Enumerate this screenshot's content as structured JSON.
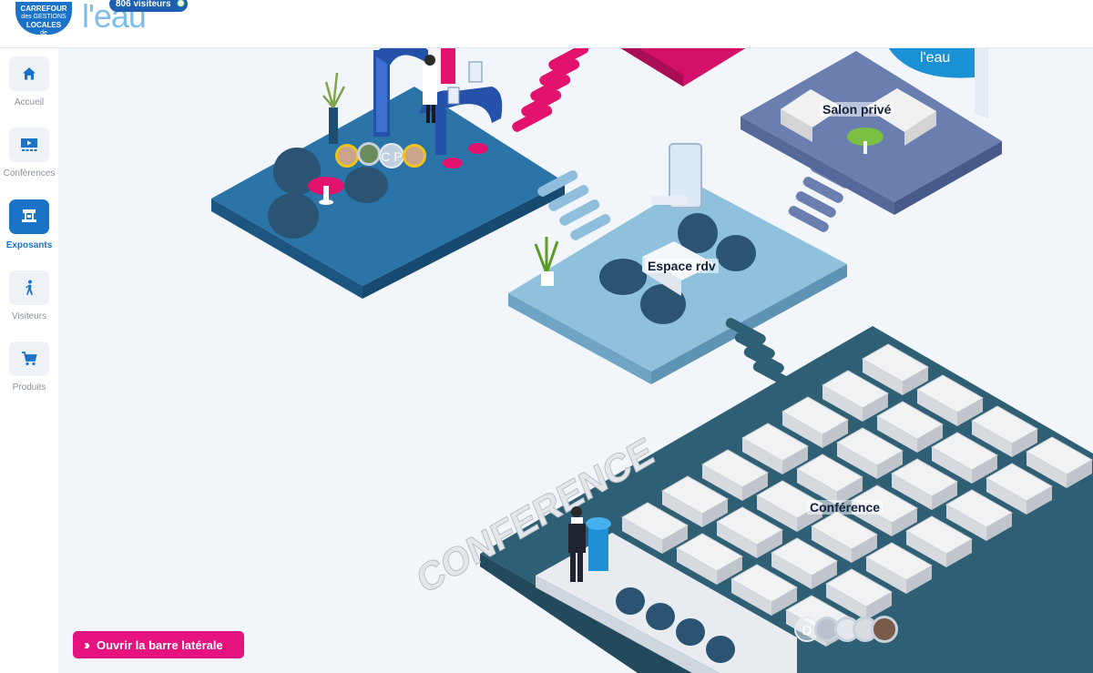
{
  "header": {
    "logo_lines": [
      "CARREFOUR",
      "des GESTIONS",
      "LOCALES",
      "de"
    ],
    "logo_word": "l'eau",
    "visitor_count": "806",
    "visitor_label": "visiteurs"
  },
  "sidebar": {
    "items": [
      {
        "label": "Accueil",
        "icon": "home-icon",
        "active": false
      },
      {
        "label": "Conférences",
        "icon": "screen-icon",
        "active": false
      },
      {
        "label": "Exposants",
        "icon": "booth-icon",
        "active": true
      },
      {
        "label": "Visiteurs",
        "icon": "walking-person-icon",
        "active": false
      },
      {
        "label": "Produits",
        "icon": "cart-icon",
        "active": false
      }
    ]
  },
  "rooms": {
    "salon": "Salon privé",
    "rdv": "Espace rdv",
    "conference": "Conférence",
    "conference_sign": "CONFERENCE",
    "booth_sign": "l'eau"
  },
  "presence": {
    "booth_letters": "C P",
    "conference_letter": "D"
  },
  "footer": {
    "toggle_sidebar_label": "Ouvrir la barre latérale"
  },
  "colors": {
    "accent_pink": "#e6127d",
    "brand_blue": "#1b73c7",
    "stand_blue": "#2a74a8",
    "rdv_blue": "#8fc1dd",
    "salon_blue": "#6a7fb0",
    "conference_teal": "#2f5f74"
  }
}
